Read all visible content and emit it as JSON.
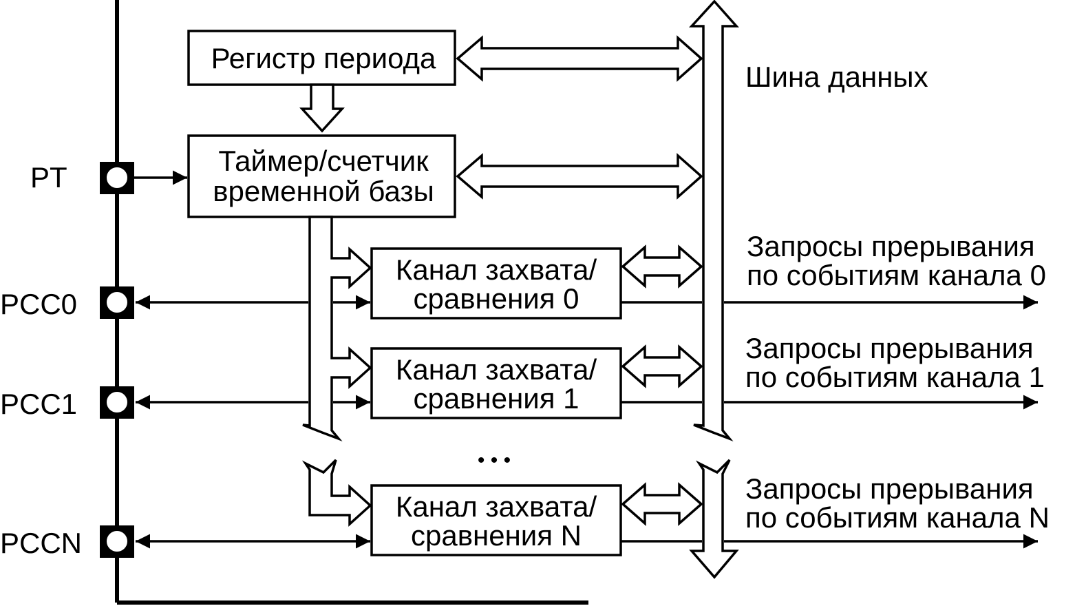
{
  "blocks": {
    "period_register": "Регистр периода",
    "timer_line1": "Таймер/счетчик",
    "timer_line2": "временной базы",
    "channels": [
      {
        "line1": "Канал захвата/",
        "line2": "сравнения 0"
      },
      {
        "line1": "Канал захвата/",
        "line2": "сравнения 1"
      },
      {
        "line1": "Канал захвата/",
        "line2": "сравнения N"
      }
    ]
  },
  "pins": {
    "pt": "PT",
    "pcc0": "PCC0",
    "pcc1": "PCC1",
    "pccn": "PCCN"
  },
  "labels": {
    "data_bus": "Шина данных",
    "ellipsis": "• • •",
    "interrupts": [
      {
        "line1": "Запросы прерывания",
        "line2": "по событиям канала 0"
      },
      {
        "line1": "Запросы прерывания",
        "line2": "по событиям канала 1"
      },
      {
        "line1": "Запросы прерывания",
        "line2": "по событиям канала N"
      }
    ]
  },
  "colors": {
    "ink": "#000000",
    "background": "#ffffff"
  }
}
